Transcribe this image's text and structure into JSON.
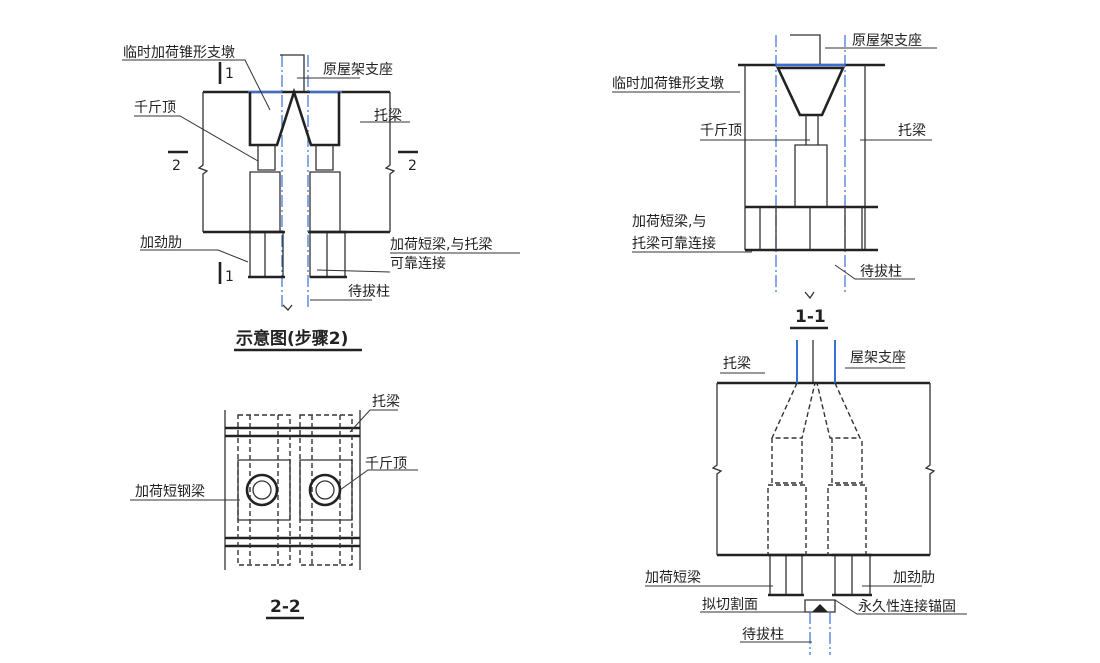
{
  "step2": {
    "title": "示意图(步骤2)",
    "cone_pier": "临时加荷锥形支墩",
    "support": "原屋架支座",
    "beam": "托梁",
    "jack": "千斤顶",
    "sec2": "2",
    "sec1": "1",
    "stiffener": "加劲肋",
    "short_beam_1": "加荷短梁,与托梁",
    "short_beam_2": "可靠连接",
    "column": "待拔柱"
  },
  "sec11": {
    "title": "1-1",
    "support": "原屋架支座",
    "cone_pier": "临时加荷锥形支墩",
    "jack": "千斤顶",
    "beam": "托梁",
    "short_beam_1": "加荷短梁,与",
    "short_beam_2": "托梁可靠连接",
    "column": "待拔柱"
  },
  "sec22": {
    "title": "2-2",
    "beam": "托梁",
    "jack": "千斤顶",
    "short_steel_beam": "加荷短钢梁"
  },
  "final": {
    "beam": "托梁",
    "support": "屋架支座",
    "short_beam": "加荷短梁",
    "stiffener": "加劲肋",
    "cut_plane": "拟切割面",
    "anchor": "永久性连接锚固",
    "column": "待拔柱"
  }
}
